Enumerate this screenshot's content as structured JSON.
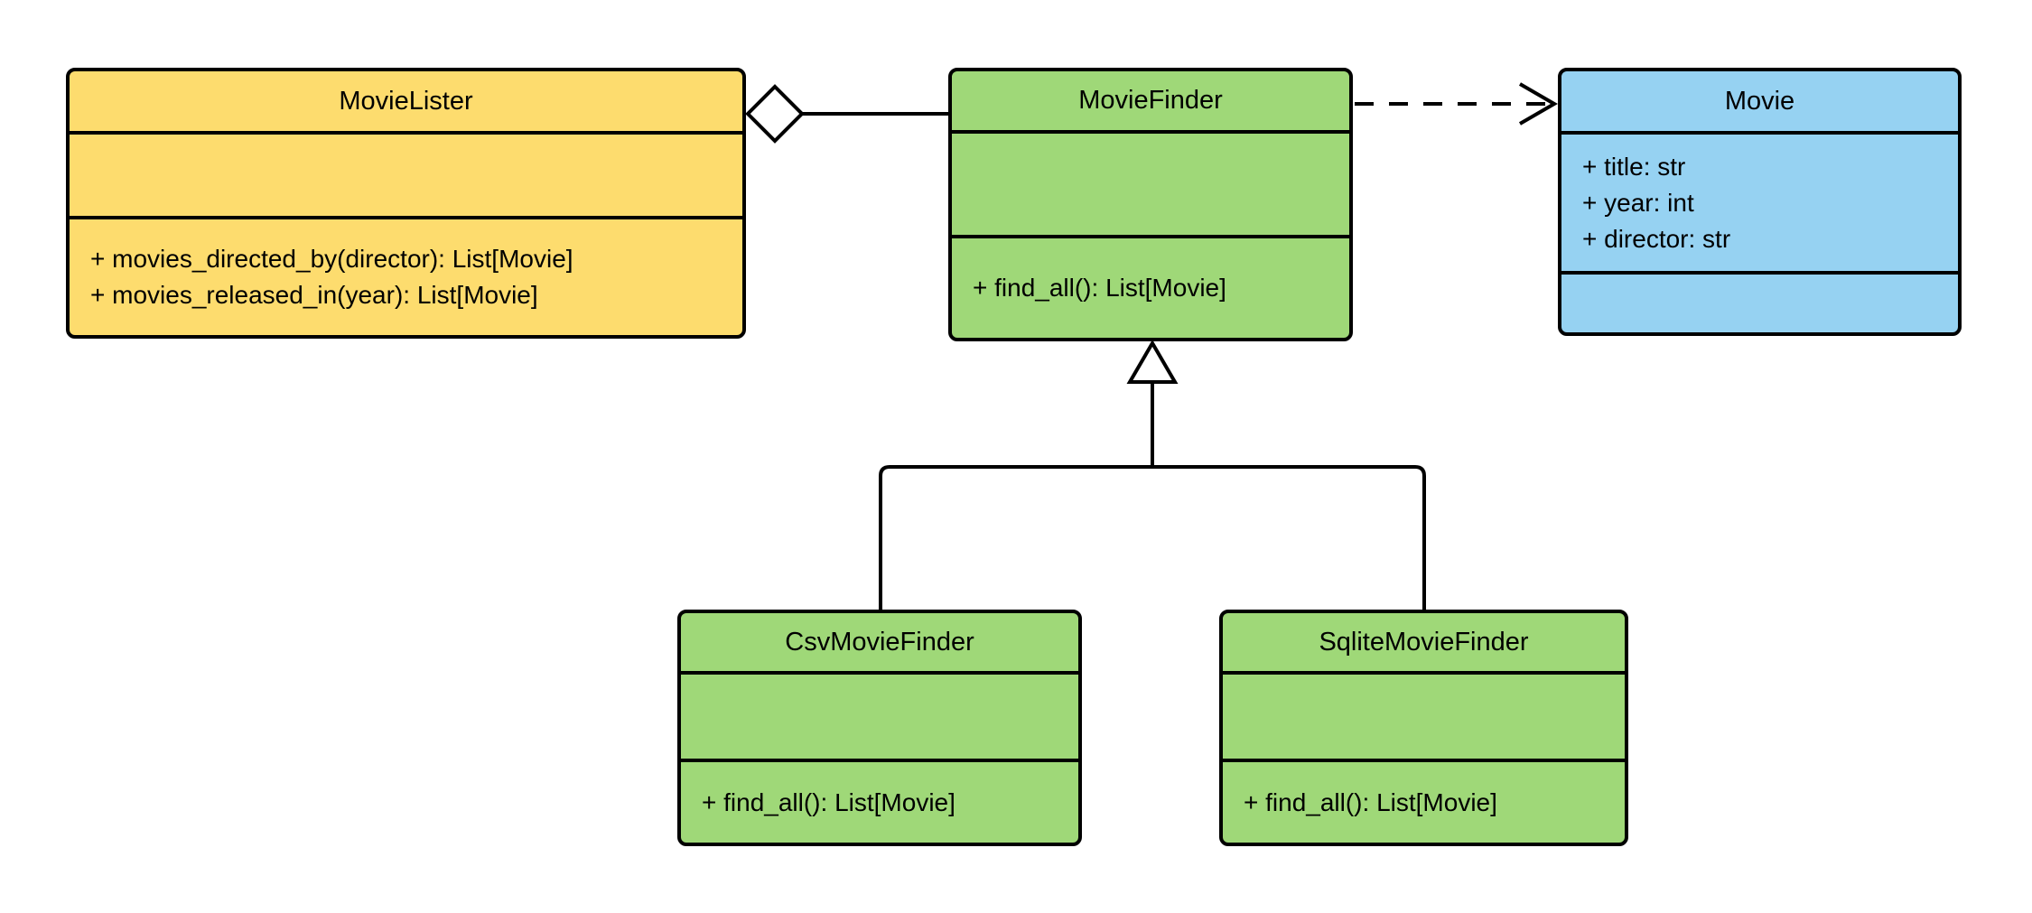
{
  "diagram": {
    "kind": "uml-class-diagram",
    "classes": [
      {
        "name": "MovieLister",
        "attributes": [],
        "methods": [
          "+ movies_directed_by(director): List[Movie]",
          "+ movies_released_in(year): List[Movie]"
        ],
        "fill": "#FDDC6E"
      },
      {
        "name": "MovieFinder",
        "attributes": [],
        "methods": [
          "+ find_all(): List[Movie]"
        ],
        "fill": "#9FD878"
      },
      {
        "name": "Movie",
        "attributes": [
          "+ title: str",
          "+ year: int",
          "+ director: str"
        ],
        "methods": [],
        "fill": "#96D2F2"
      },
      {
        "name": "CsvMovieFinder",
        "attributes": [],
        "methods": [
          "+ find_all(): List[Movie]"
        ],
        "fill": "#9FD878"
      },
      {
        "name": "SqliteMovieFinder",
        "attributes": [],
        "methods": [
          "+ find_all(): List[Movie]"
        ],
        "fill": "#9FD878"
      }
    ],
    "relationships": [
      {
        "type": "aggregation",
        "from": "MovieLister",
        "to": "MovieFinder",
        "line": "solid",
        "marker": "hollow-diamond"
      },
      {
        "type": "dependency",
        "from": "MovieFinder",
        "to": "Movie",
        "line": "dashed",
        "marker": "open-arrow"
      },
      {
        "type": "inheritance",
        "from": "CsvMovieFinder",
        "to": "MovieFinder",
        "line": "solid",
        "marker": "hollow-triangle"
      },
      {
        "type": "inheritance",
        "from": "SqliteMovieFinder",
        "to": "MovieFinder",
        "line": "solid",
        "marker": "hollow-triangle"
      }
    ],
    "colors": {
      "stroke": "#000000",
      "text": "#000000",
      "yellow_fill": "#FDDC6E",
      "green_fill": "#9FD878",
      "blue_fill": "#96D2F2",
      "marker_fill": "#FFFFFF",
      "background": "#FFFFFF"
    }
  }
}
